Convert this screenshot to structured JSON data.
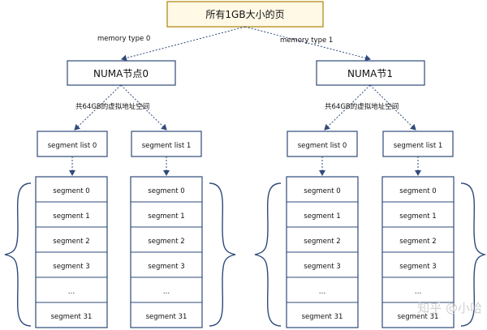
{
  "root": {
    "label": "所有1GB大小的页"
  },
  "edges": {
    "left_label": "memory type 0",
    "right_label": "memory type 1"
  },
  "numa": [
    {
      "label": "NUMA节点0",
      "vspace_label": "共64GB的虚拟地址空间",
      "lists": [
        {
          "label": "segment list  0",
          "segments": [
            "segment  0",
            "segment 1",
            "segment 2",
            "segment 3",
            "…",
            "segment 31"
          ]
        },
        {
          "label": "segment  list 1",
          "segments": [
            "segment  0",
            "segment 1",
            "segment 2",
            "segment 3",
            "…",
            "segment 31"
          ]
        }
      ]
    },
    {
      "label": "NUMA节1",
      "vspace_label": "共64GB的虚拟地址空间",
      "lists": [
        {
          "label": "segment list  0",
          "segments": [
            "segment  0",
            "segment 1",
            "segment 2",
            "segment 3",
            "…",
            "segment 31"
          ]
        },
        {
          "label": "segment  list 1",
          "segments": [
            "segment  0",
            "segment 1",
            "segment 2",
            "segment 3",
            "…",
            "segment 31"
          ]
        }
      ]
    }
  ],
  "watermark": "知乎 @小哈",
  "colors": {
    "box_stroke": "#2f4a7a",
    "root_fill": "#fff9e6",
    "root_stroke": "#b48a1a",
    "arrow": "#2f4a7a"
  }
}
